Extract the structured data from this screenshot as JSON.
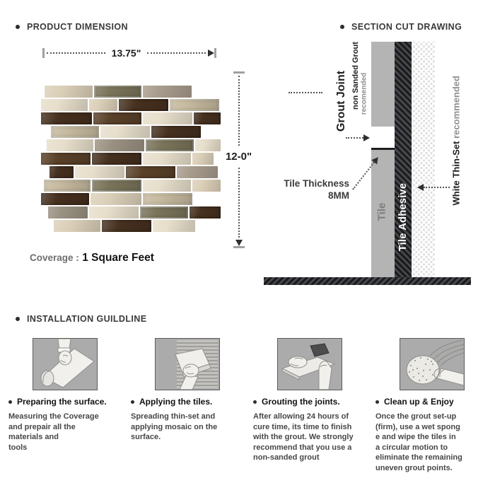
{
  "product_dimension": {
    "title": "PRODUCT DIMENSION",
    "width_label": "13.75\"",
    "height_label": "12-0\"",
    "coverage_label": "Coverage :",
    "coverage_value": "1 Square Feet",
    "mosaic": {
      "colors": {
        "trav": "#dbcfb8",
        "cream": "#e7decb",
        "dark": "#46301f",
        "dark2": "#5a4129",
        "taupe": "#a79b8c",
        "olive": "#7a745a",
        "crackle": "#c6ba9f",
        "graym": "#9a9182"
      },
      "rows": [
        {
          "offset": 5,
          "tiles": [
            {
              "w": 68,
              "c": "trav"
            },
            {
              "w": 67,
              "c": "olive"
            },
            {
              "w": 69,
              "c": "taupe"
            }
          ]
        },
        {
          "offset": 0,
          "tiles": [
            {
              "w": 66,
              "c": "cream"
            },
            {
              "w": 40,
              "c": "trav"
            },
            {
              "w": 70,
              "c": "dark"
            },
            {
              "w": 70,
              "c": "crackle"
            }
          ]
        },
        {
          "offset": 0,
          "tiles": [
            {
              "w": 72,
              "c": "dark"
            },
            {
              "w": 68,
              "c": "dark2"
            },
            {
              "w": 70,
              "c": "cream"
            },
            {
              "w": 38,
              "c": "dark"
            }
          ]
        },
        {
          "offset": 14,
          "tiles": [
            {
              "w": 68,
              "c": "crackle"
            },
            {
              "w": 70,
              "c": "cream"
            },
            {
              "w": 70,
              "c": "dark"
            }
          ]
        },
        {
          "offset": 8,
          "tiles": [
            {
              "w": 66,
              "c": "cream"
            },
            {
              "w": 70,
              "c": "graym"
            },
            {
              "w": 68,
              "c": "olive"
            },
            {
              "w": 36,
              "c": "cream"
            }
          ]
        },
        {
          "offset": 0,
          "tiles": [
            {
              "w": 70,
              "c": "dark2"
            },
            {
              "w": 70,
              "c": "dark"
            },
            {
              "w": 68,
              "c": "cream"
            },
            {
              "w": 30,
              "c": "trav"
            }
          ]
        },
        {
          "offset": 12,
          "tiles": [
            {
              "w": 34,
              "c": "dark"
            },
            {
              "w": 70,
              "c": "cream"
            },
            {
              "w": 70,
              "c": "dark2"
            },
            {
              "w": 58,
              "c": "taupe"
            }
          ]
        },
        {
          "offset": 4,
          "tiles": [
            {
              "w": 66,
              "c": "crackle"
            },
            {
              "w": 70,
              "c": "olive"
            },
            {
              "w": 68,
              "c": "cream"
            },
            {
              "w": 40,
              "c": "trav"
            }
          ]
        },
        {
          "offset": 0,
          "tiles": [
            {
              "w": 68,
              "c": "dark"
            },
            {
              "w": 72,
              "c": "trav"
            },
            {
              "w": 70,
              "c": "crackle"
            }
          ]
        },
        {
          "offset": 10,
          "tiles": [
            {
              "w": 56,
              "c": "graym"
            },
            {
              "w": 70,
              "c": "cream"
            },
            {
              "w": 68,
              "c": "olive"
            },
            {
              "w": 44,
              "c": "dark"
            }
          ]
        },
        {
          "offset": 18,
          "tiles": [
            {
              "w": 66,
              "c": "trav"
            },
            {
              "w": 70,
              "c": "dark"
            },
            {
              "w": 60,
              "c": "cream"
            }
          ]
        }
      ]
    }
  },
  "section_cut": {
    "title": "SECTION CUT DRAWING",
    "grout_joint_label": "Grout Joint",
    "grout_note_line1": "non Sanded Grout",
    "grout_note_line2": "recomended",
    "tile_thickness_label": "Tile Thickness",
    "tile_thickness_value": "8MM",
    "tile_label": "Tile",
    "adhesive_label": "Tile Adhesive",
    "thinset_label_bold": "White Thin-Set",
    "thinset_label_gray": " recommended",
    "colors": {
      "tile_gray": "#b4b4b4",
      "hatch_dark": "#1a1b1d",
      "hatch_light": "#47484c",
      "thinset_bg": "#d8d8d8"
    }
  },
  "installation": {
    "title": "INSTALLATION GUILDLINE",
    "box_color": "#ababab",
    "steps": [
      {
        "icon": "prepare-surface-icon",
        "title": "Preparing the surface.",
        "description": "Measuring the Coverage\nand prepair all the\nmaterials and\ntools"
      },
      {
        "icon": "apply-trowel-icon",
        "title": "Applying the tiles.",
        "description": "Spreading thin-set and\napplying mosaic on the\nsurface."
      },
      {
        "icon": "grout-float-icon",
        "title": "Grouting the joints.",
        "description": "After allowing 24 hours of\ncure time, its time to finish\nwith the grout. We strongly\nrecommend that you use a\nnon-sanded grout"
      },
      {
        "icon": "sponge-cleanup-icon",
        "title": "Clean up & Enjoy",
        "description": "Once the grout set-up\n(firm), use a wet spong\ne and wipe the tiles in\n a circular motion to\neliminate the remaining\nuneven grout points."
      }
    ]
  }
}
